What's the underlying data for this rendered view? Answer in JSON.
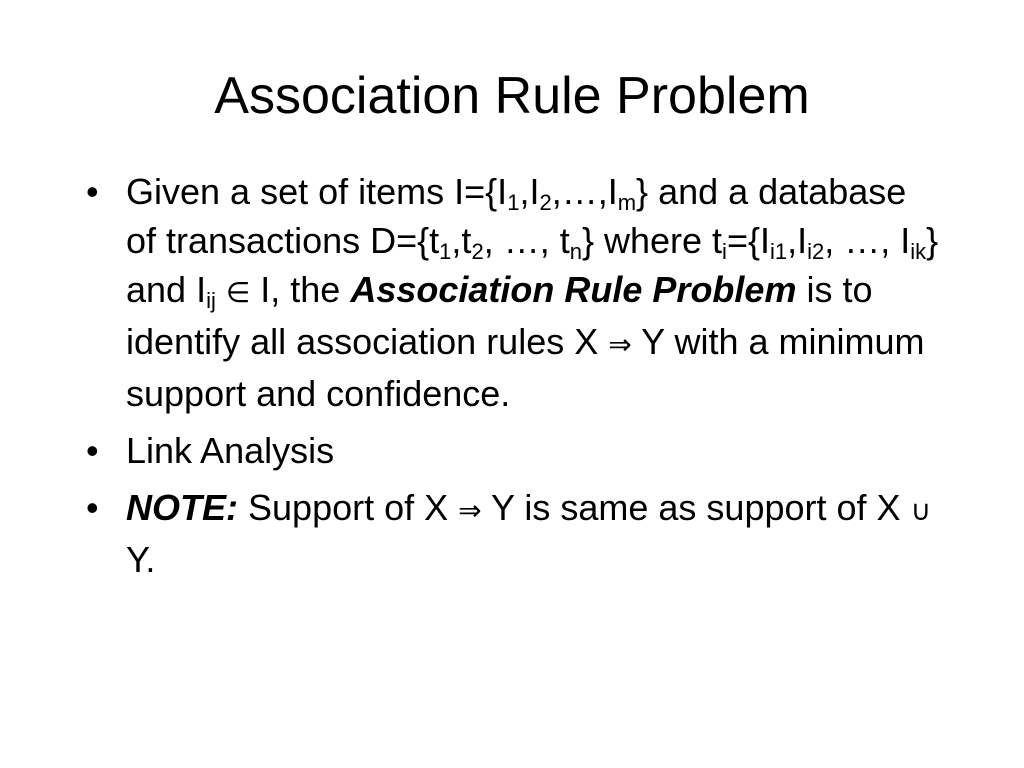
{
  "slide": {
    "title": "Association Rule Problem"
  },
  "bullet1": {
    "given": "Given a set of items I={I",
    "sub_1": "1",
    "comma_I": ",I",
    "sub_2": "2",
    "ellipsis_I": ",…,I",
    "sub_m": "m",
    "and_a_database": "} and a database of transactions D={t",
    "sub_t1": "1",
    "comma_t": ",t",
    "sub_t2": "2",
    "ellipsis_t": ", …, t",
    "sub_tn": "n",
    "where_t": "} where t",
    "sub_i": "i",
    "eq_I": "={I",
    "sub_i1": "i1",
    "comma_I2": ",I",
    "sub_i2": "i2",
    "ellipsis_I2": ", …, I",
    "sub_ik": "ik",
    "and_I": "} and I",
    "sub_ij": "ij",
    "element_of": "∈",
    "I_the": "I, the",
    "emph": "Association Rule Problem",
    "is_to": "is to identify all association rules X",
    "implies": "⇒",
    "y_with": "Y with a minimum support and confidence."
  },
  "bullet2": {
    "text": "Link Analysis"
  },
  "bullet3": {
    "note": "NOTE:",
    "support_of_x": "Support of X",
    "implies": "⇒",
    "y_same": "Y is same as support of X",
    "union": "∪",
    "y_end": "Y."
  }
}
